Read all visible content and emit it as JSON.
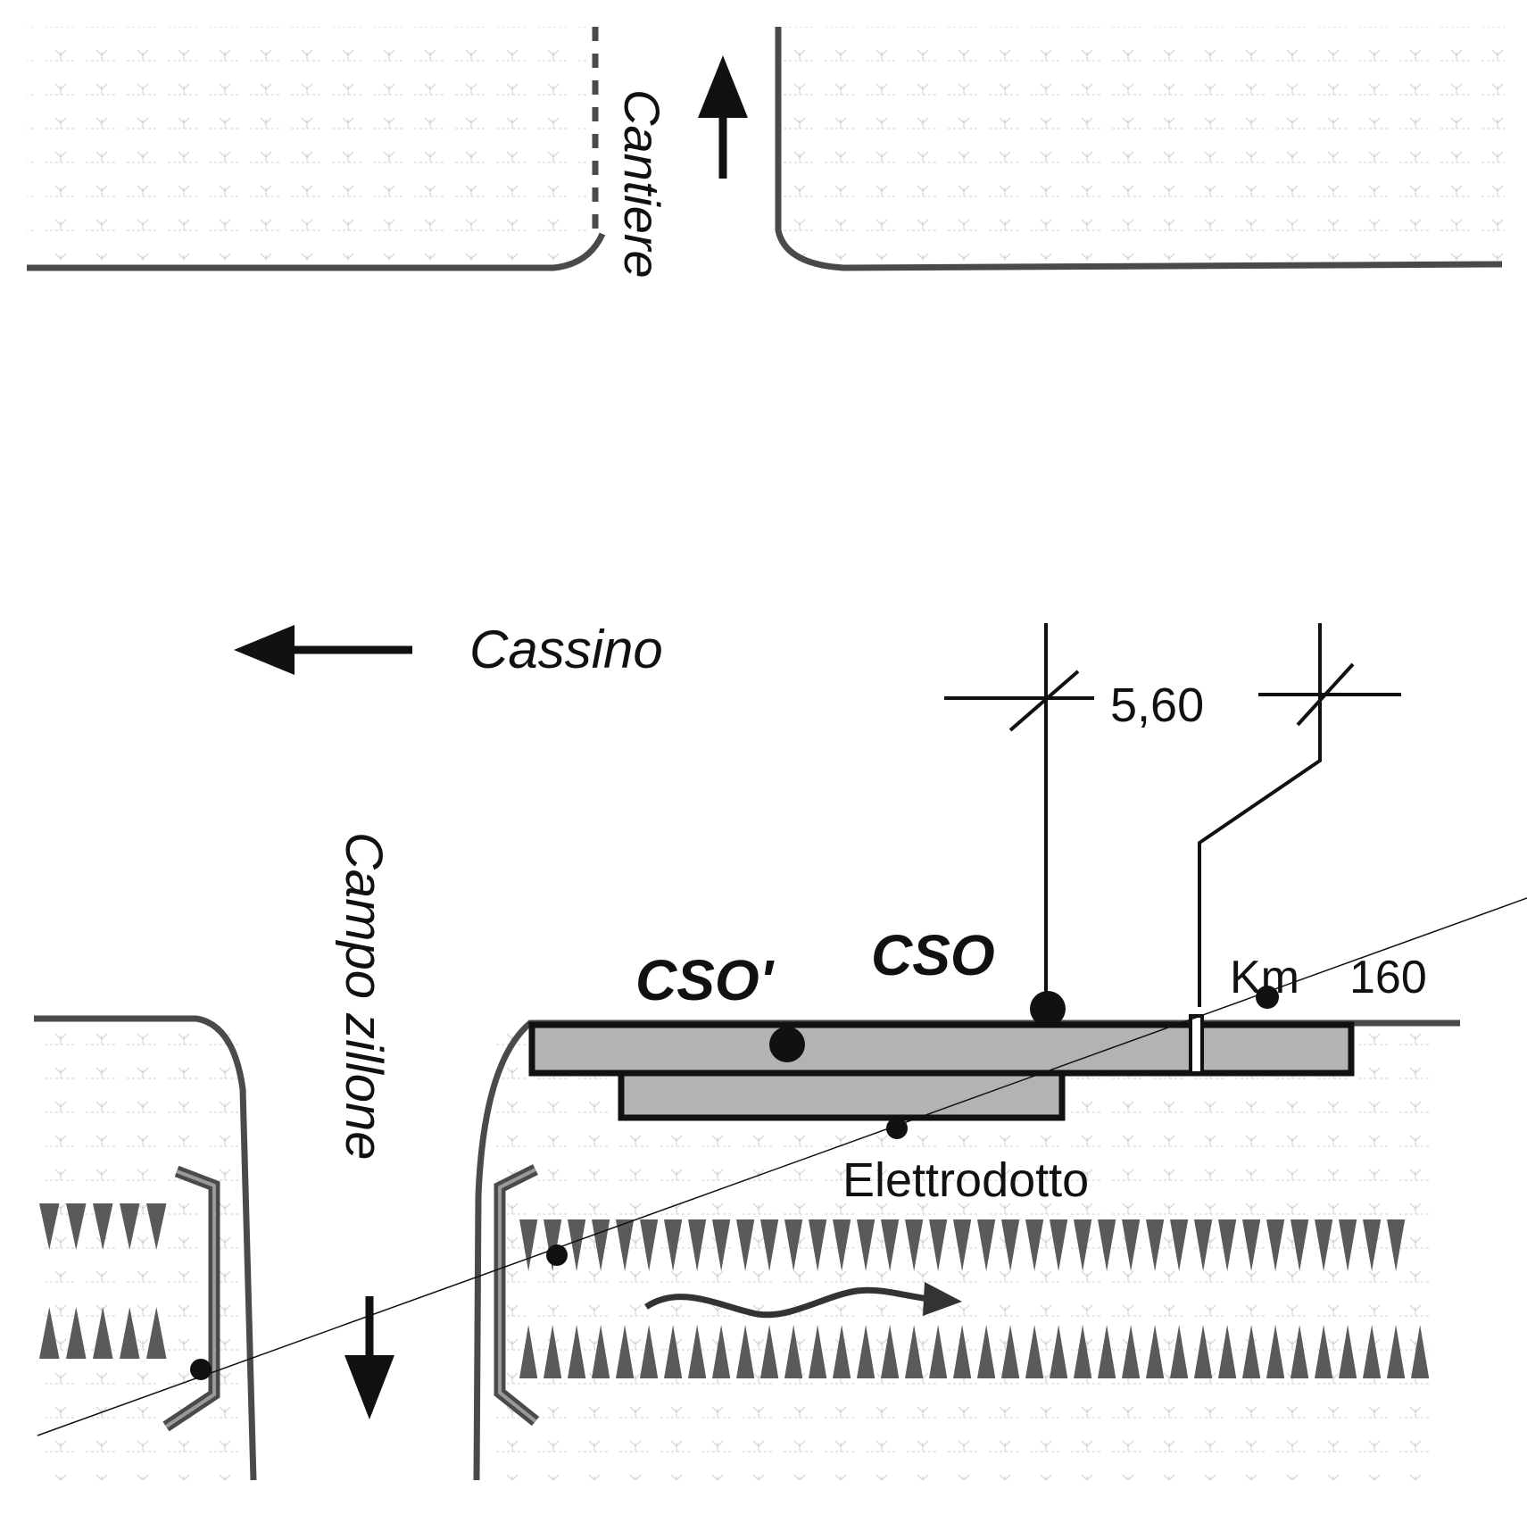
{
  "labels": {
    "cantiere": "Cantiere",
    "cassino": "Cassino",
    "campo_zillone": "Campo zillone",
    "distance": "5,60",
    "cso": "CSO",
    "cso_prime": "CSO'",
    "km": "Km",
    "km_value": "160",
    "elettrodotto": "Elettrodotto"
  },
  "colors": {
    "ink": "#111111",
    "road_edge": "#4a4a4a",
    "slab_fill": "#b3b3b3",
    "hatch": "#c9c9c9",
    "vegetation": "#5a5a5a"
  }
}
